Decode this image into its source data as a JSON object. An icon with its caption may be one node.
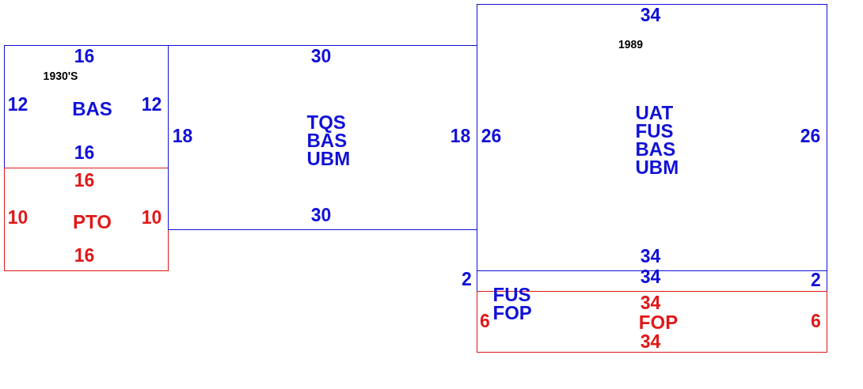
{
  "diagram": {
    "nodes": [
      {
        "text": [
          "16",
          "1930'S",
          "12",
          "BAS",
          "12",
          "16"
        ]
      },
      {
        "text": [
          "16",
          "10",
          "PTO",
          "10",
          "16"
        ]
      },
      {
        "text": [
          "30",
          "18",
          "TQS BAS UBM",
          "18",
          "30"
        ]
      },
      {
        "text": [
          "34",
          "1989",
          "26",
          "UAT FUS BAS UBM",
          "26",
          "34"
        ]
      },
      {
        "text": [
          "34",
          "2"
        ],
        "beside": [
          "2"
        ]
      },
      {
        "text": [
          "FUS FOP",
          "6",
          "34",
          "FOP",
          "6",
          "34"
        ]
      }
    ]
  }
}
